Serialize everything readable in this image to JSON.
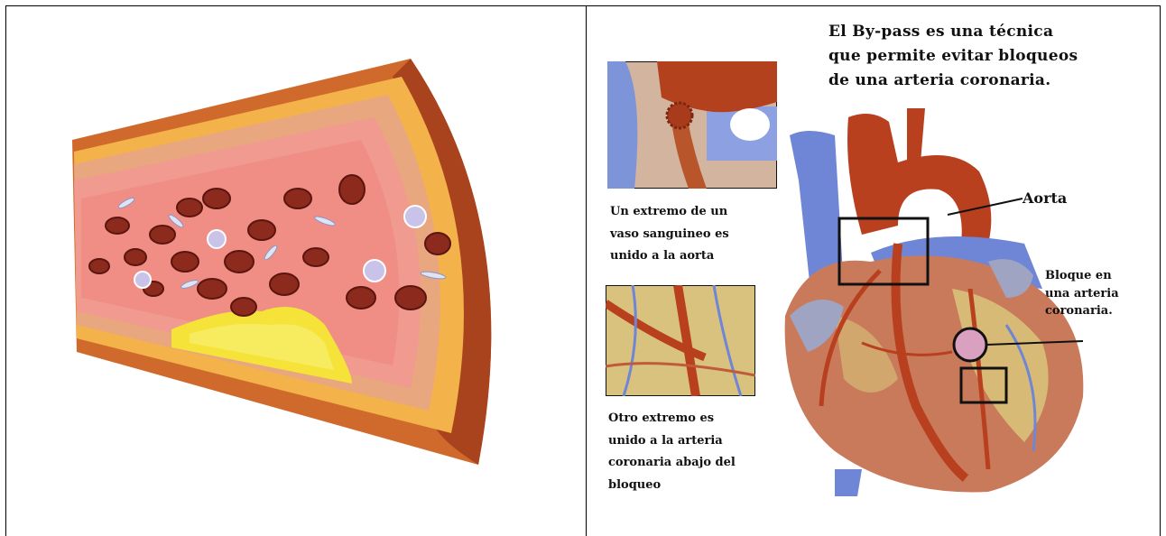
{
  "title_lines": [
    "El By-pass es una técnica",
    "que permite evitar bloqueos",
    "de una arteria coronaria."
  ],
  "labels": {
    "aorta": "Aorta",
    "bloque_lines": [
      "Bloque en",
      "una arteria",
      "coronaria."
    ]
  },
  "captions": {
    "upper_lines": [
      "Un extremo de un",
      "vaso sanguineo es",
      "unido a la aorta"
    ],
    "lower_lines": [
      "Otro extremo es",
      "unido a la arteria",
      "coronaria abajo del",
      "bloqueo"
    ]
  },
  "colors": {
    "vessel_wall_outer": "#c75b2a",
    "vessel_wall_inner": "#f4b04a",
    "vessel_lumen": "#f3a59a",
    "plaque": "#f4e03a",
    "blood_cell": "#8e2a1e",
    "vein_blue": "#6f86d6",
    "artery_red": "#b8401f",
    "heart_muscle": "#c9795a",
    "fat_yellow": "#d9c57a"
  }
}
